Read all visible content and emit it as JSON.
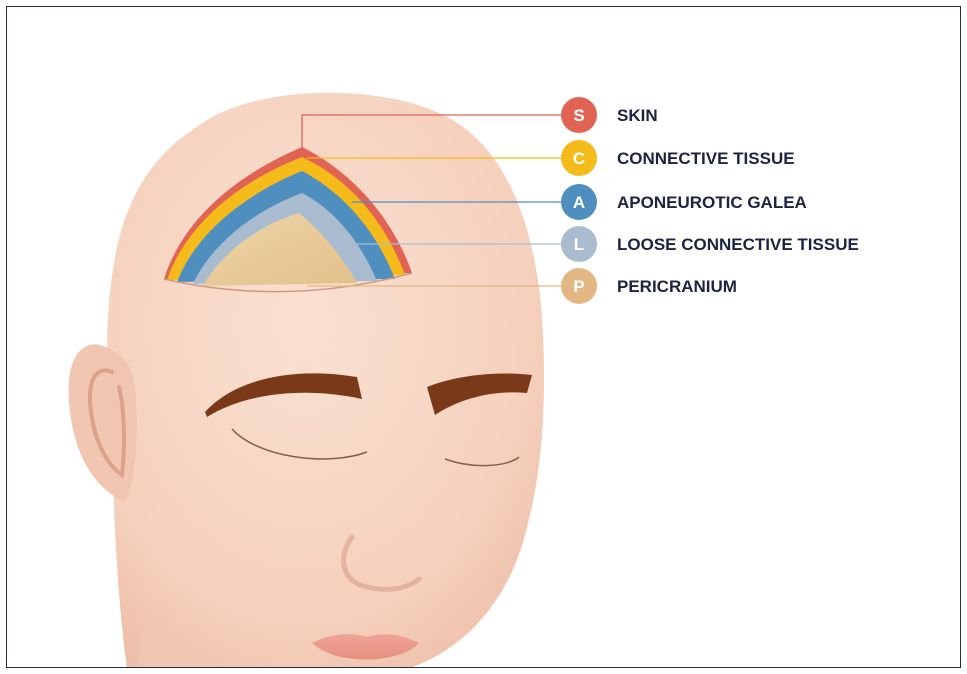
{
  "layers": [
    {
      "letter": "S",
      "label": "SKIN",
      "color": "#e06354"
    },
    {
      "letter": "C",
      "label": "CONNECTIVE TISSUE",
      "color": "#f4bb1a"
    },
    {
      "letter": "A",
      "label": "APONEUROTIC GALEA",
      "color": "#4f8fc0"
    },
    {
      "letter": "L",
      "label": "LOOSE CONNECTIVE TISSUE",
      "color": "#a9bccf"
    },
    {
      "letter": "P",
      "label": "PERICRANIUM",
      "color": "#e3b783"
    }
  ],
  "colors": {
    "frame": "#1f2d4a",
    "skin_tone": "#f7d6c3",
    "eyebrow": "#7a3a1a",
    "text": "#1b2340"
  }
}
